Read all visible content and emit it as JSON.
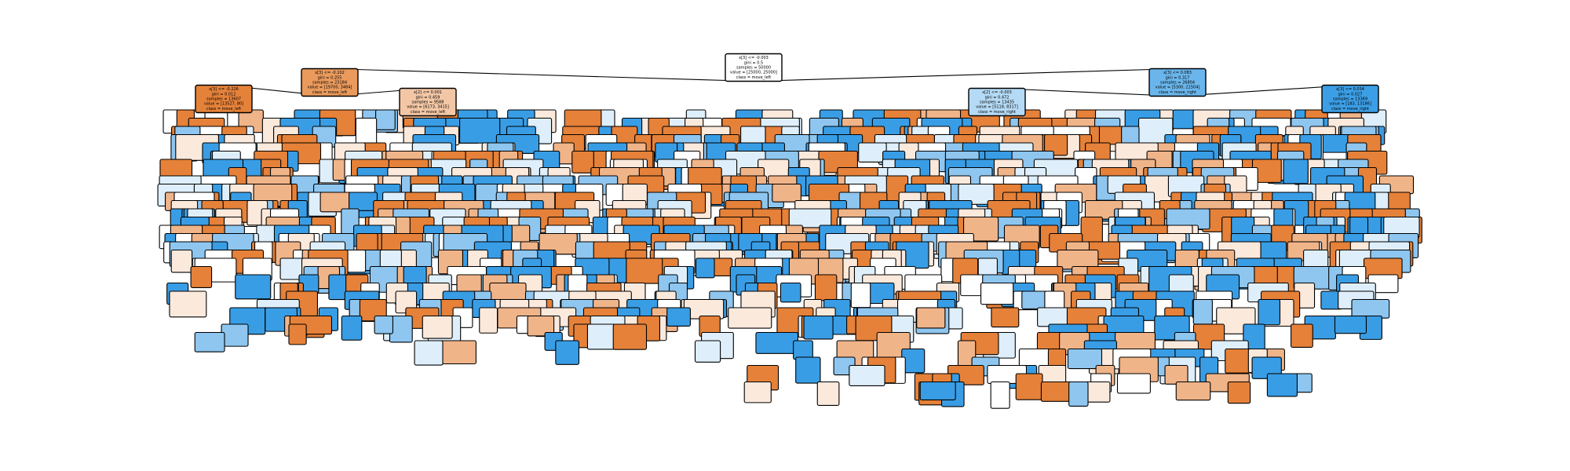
{
  "palette": {
    "left": "#e58139",
    "right": "#399de5",
    "border": "#000000",
    "edge": "#000000"
  },
  "tree": {
    "root": {
      "lines": [
        "x[3] <= -0.003",
        "gini = 0.5",
        "samples = 50000",
        "value = [25000, 25000]",
        "class = move_left"
      ],
      "fill": "#ffffff",
      "children": [
        {
          "lines": [
            "x[3] <= -0.102",
            "gini = 0.255",
            "samples = 23184",
            "value = [19700, 3484]",
            "class = move_left"
          ],
          "fill": "#ea9a5c",
          "children": [
            {
              "lines": [
                "x[3] <= -0.226",
                "gini = 0.012",
                "samples = 13607",
                "value = [13527, 80]",
                "class = move_left"
              ],
              "fill": "#e5823a"
            },
            {
              "lines": [
                "x[2] <= 0.001",
                "gini = 0.459",
                "samples = 9588",
                "value = [6173, 3415]",
                "class = move_left"
              ],
              "fill": "#f3c7a6"
            }
          ]
        },
        {
          "lines": [
            "x[3] <= 0.083",
            "gini = 0.317",
            "samples = 26804",
            "value = [5300, 21504]",
            "class = move_right"
          ],
          "fill": "#6ab6ec",
          "children": [
            {
              "lines": [
                "x[2] <= -0.003",
                "gini = 0.472",
                "samples = 13435",
                "value = [5118, 8317]",
                "class = move_right"
              ],
              "fill": "#b5daf5"
            },
            {
              "lines": [
                "x[3] <= 0.034",
                "gini = 0.027",
                "samples = 13369",
                "value = [183, 13186]",
                "class = move_right"
              ],
              "fill": "#3c9ee5"
            }
          ]
        }
      ]
    }
  }
}
